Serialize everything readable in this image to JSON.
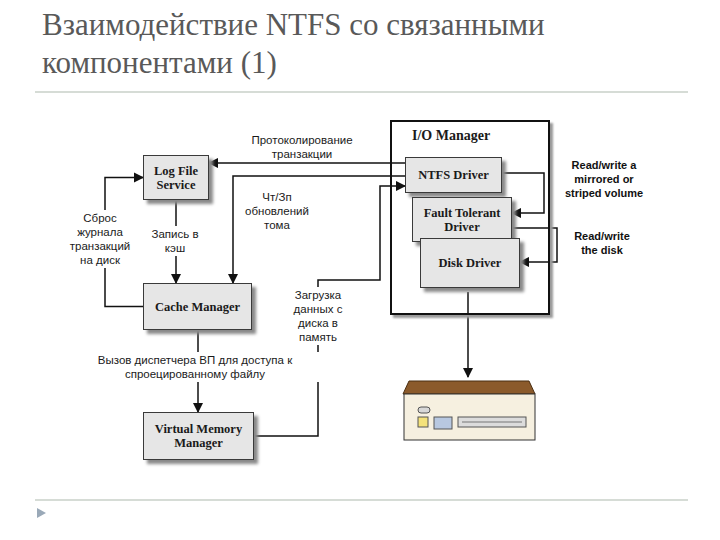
{
  "diagram": {
    "title": "Взаимодействие NTFS со связанными компонентами (1)",
    "nodes": [
      {
        "text": [
          "Log File Service"
        ]
      },
      {
        "text": [
          "Cache Manager"
        ]
      },
      {
        "text": [
          "Virtual Memory Manager"
        ]
      },
      {
        "text": [
          "I/O Manager"
        ]
      },
      {
        "text": [
          "NTFS Driver"
        ],
        "in": 3
      },
      {
        "text": [
          "Fault Tolerant Driver"
        ],
        "in": 3
      },
      {
        "text": [
          "Disk Driver"
        ],
        "in": 3
      }
    ],
    "edges": [
      {
        "from": 4,
        "to": 0,
        "label": "Протоколирование транзакции",
        "arrow": "to"
      },
      {
        "from": 4,
        "to": 1,
        "label": "Чт/Зп обновлений тома",
        "arrow": "to"
      },
      {
        "from": 0,
        "to": 1,
        "label": "Запись в кэш",
        "arrow": "to"
      },
      {
        "from": 1,
        "to": 0,
        "label": "Сброс журнала транзакций на диск",
        "arrow": "to"
      },
      {
        "from": 1,
        "to": 2,
        "label": "Вызов диспетчера ВП для доступа к спроецированному файлу",
        "arrow": "to"
      },
      {
        "from": 2,
        "to": 4,
        "label": "Загрузка данных с диска в память",
        "arrow": "to"
      },
      {
        "from": 4,
        "to": 5,
        "label": "Read/write a mirrored or striped volume",
        "arrow": "to"
      },
      {
        "from": 5,
        "to": 6,
        "label": "Read/write the disk",
        "arrow": "to"
      }
    ]
  }
}
